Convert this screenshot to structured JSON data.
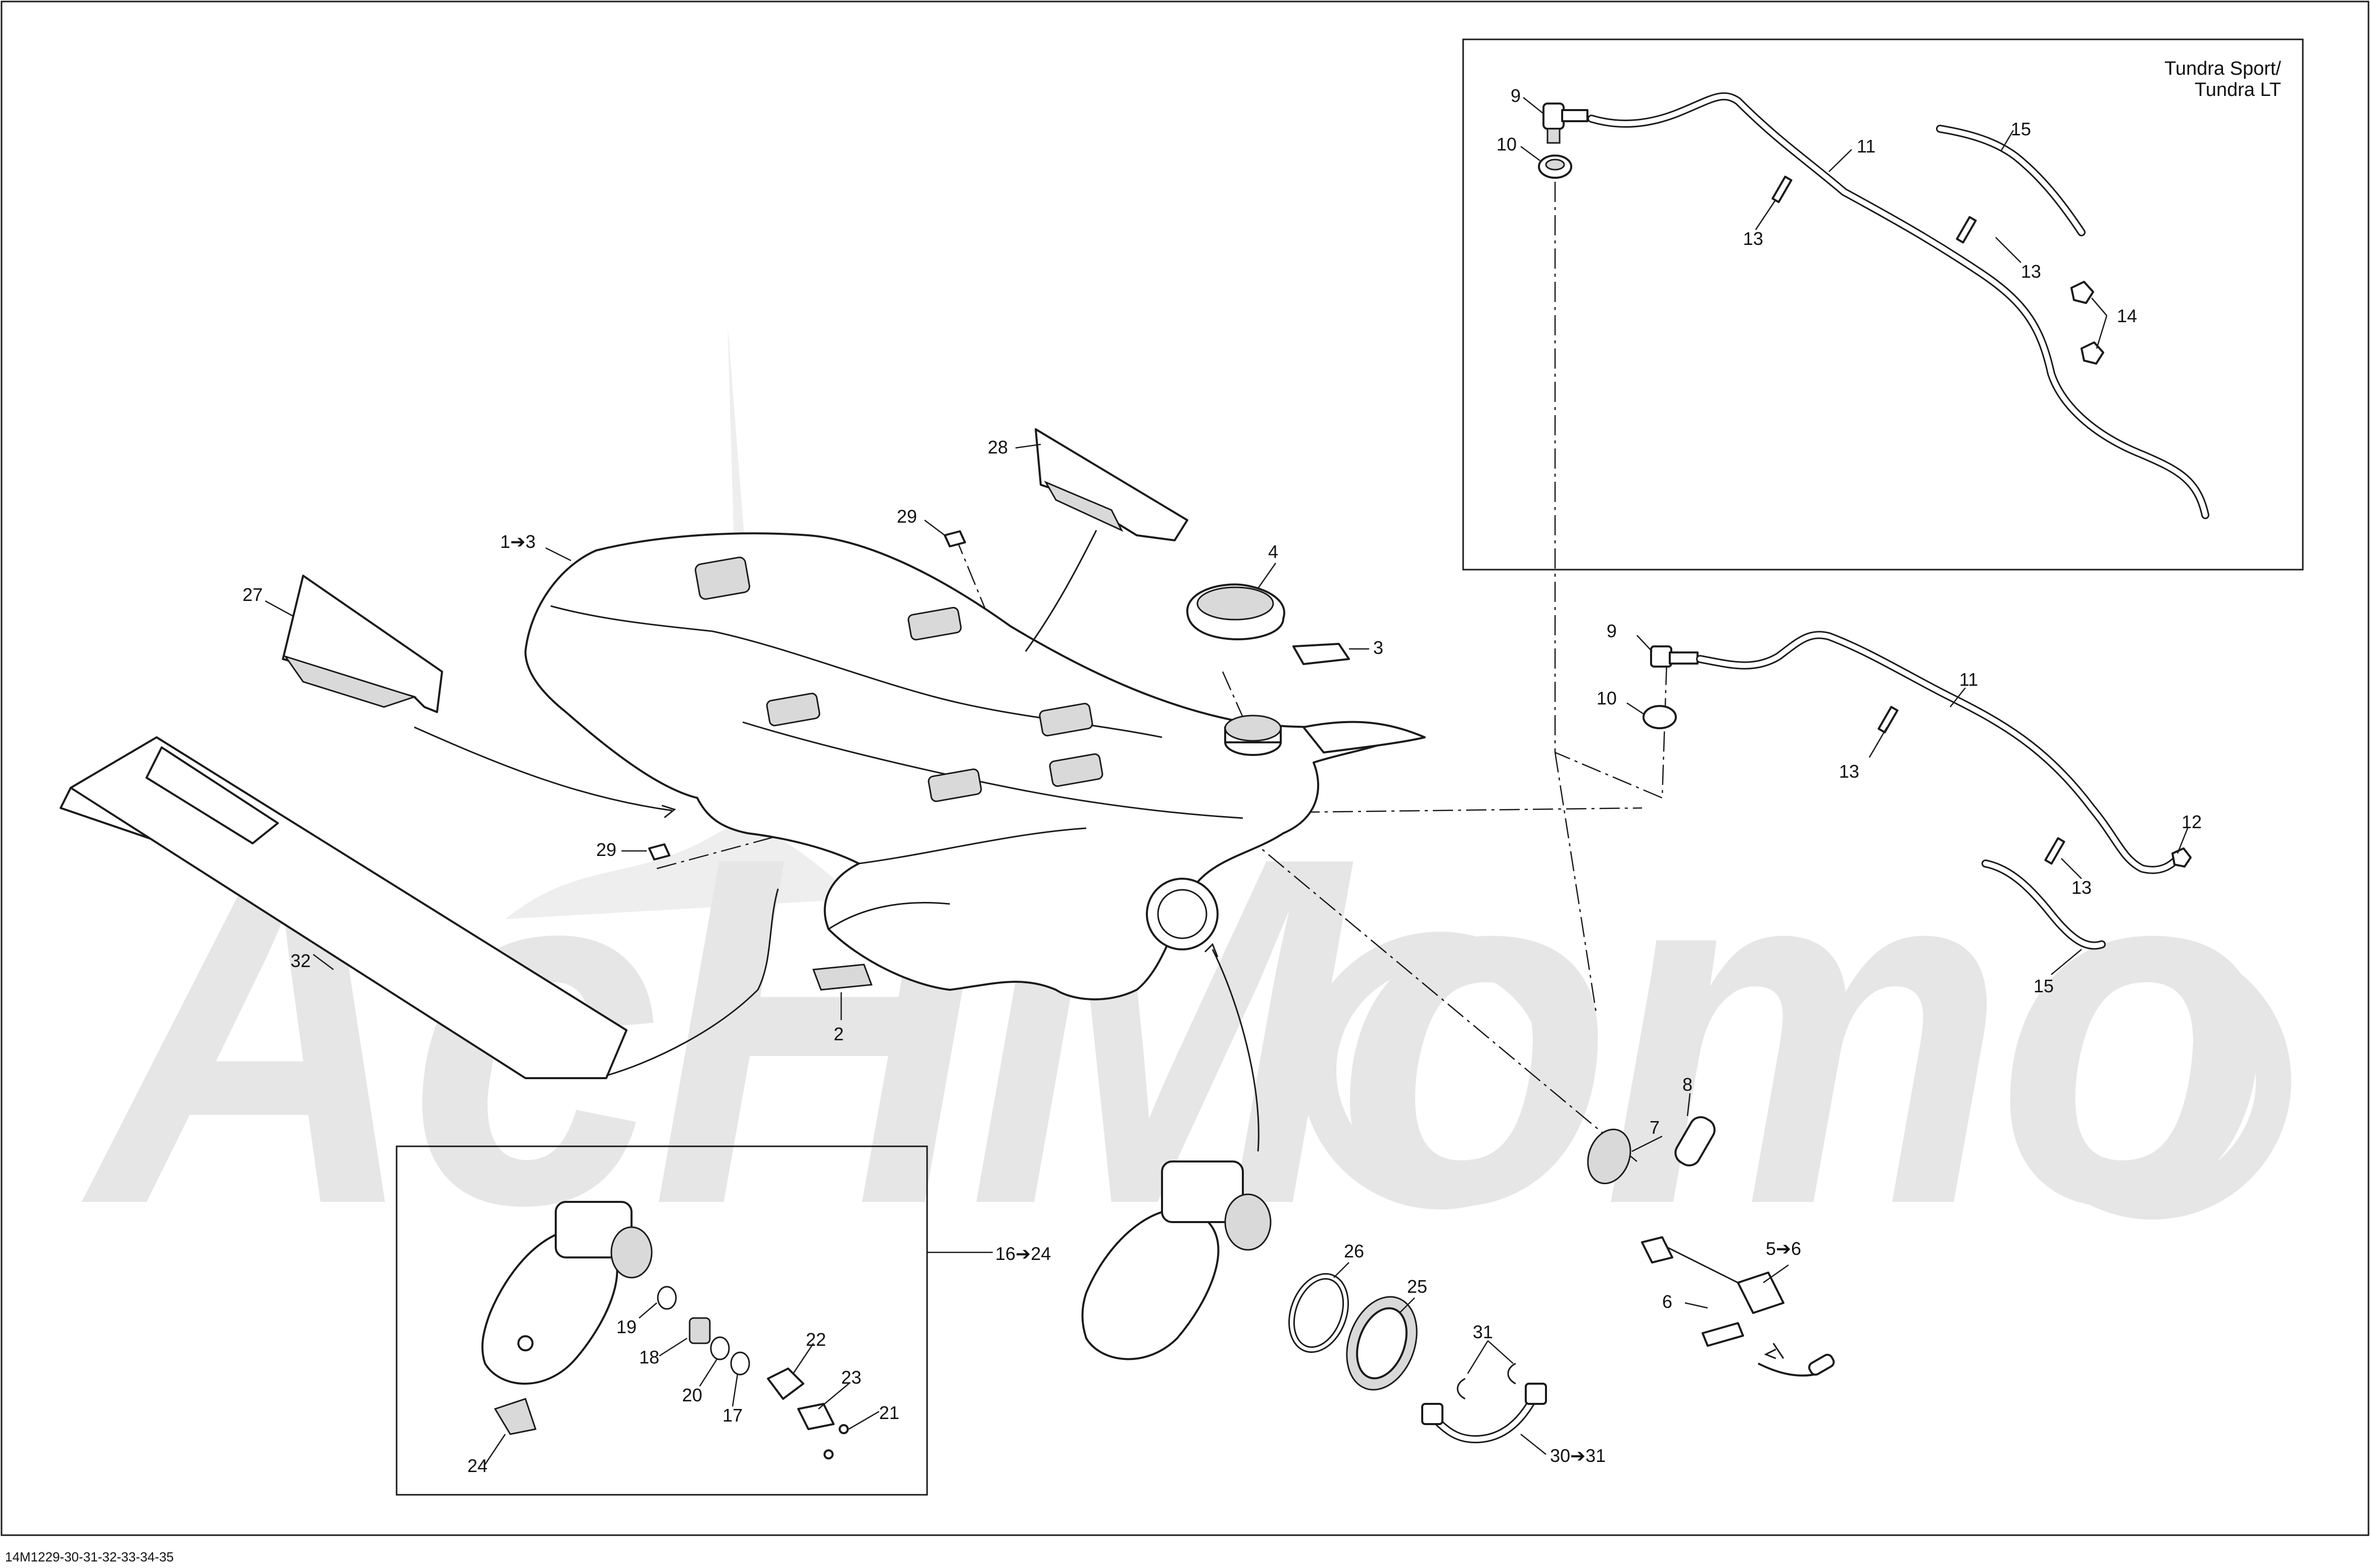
{
  "diagram": {
    "watermark": "AcHMomo",
    "drawing_code": "14M1229-30-31-32-33-34-35",
    "inset_note_line1": "Tundra Sport/",
    "inset_note_line2": "Tundra LT",
    "callouts": {
      "c1_3": "1➔3",
      "c2": "2",
      "c3": "3",
      "c4": "4",
      "c5_6": "5➔6",
      "c6": "6",
      "c7": "7",
      "c8": "8",
      "c9_inset": "9",
      "c9": "9",
      "c10_inset": "10",
      "c10": "10",
      "c11_inset": "11",
      "c11": "11",
      "c12": "12",
      "c13_inset_a": "13",
      "c13_inset_b": "13",
      "c13_a": "13",
      "c13_b": "13",
      "c14": "14",
      "c15_inset": "15",
      "c15": "15",
      "c16_24": "16➔24",
      "c17": "17",
      "c18": "18",
      "c19": "19",
      "c20": "20",
      "c21": "21",
      "c22": "22",
      "c23": "23",
      "c24": "24",
      "c25": "25",
      "c26": "26",
      "c27": "27",
      "c28": "28",
      "c29_a": "29",
      "c29_b": "29",
      "c30_31": "30➔31",
      "c31": "31",
      "c32": "32"
    }
  }
}
